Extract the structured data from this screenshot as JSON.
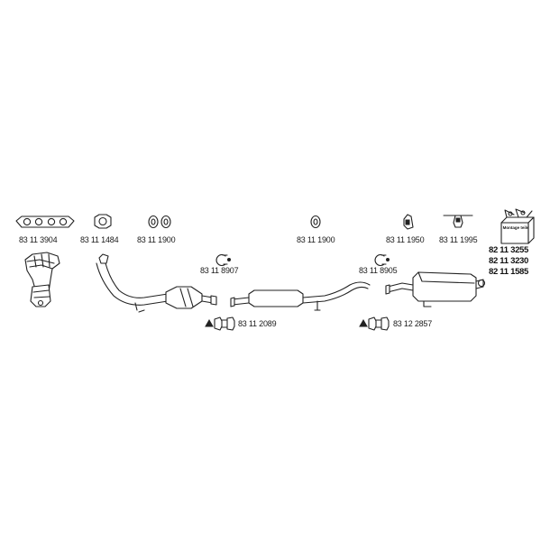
{
  "parts": {
    "gasket_manifold": "83 11 3904",
    "gasket_square": "83 11 1484",
    "gasket_pair": "83 11 1900",
    "clamp_front": "83 11 8907",
    "gasket_mid": "83 11 1900",
    "hanger": "83 11 1950",
    "mount_rubber": "83 11 1995",
    "clamp_rear": "83 11 8905",
    "sleeve_front": "83 11 2089",
    "sleeve_rear": "83 12 2857"
  },
  "kits": {
    "box_label": "Montage teile",
    "kit_1": "82 11 3255",
    "kit_2": "82 11 3230",
    "kit_3": "82 11 1585"
  }
}
